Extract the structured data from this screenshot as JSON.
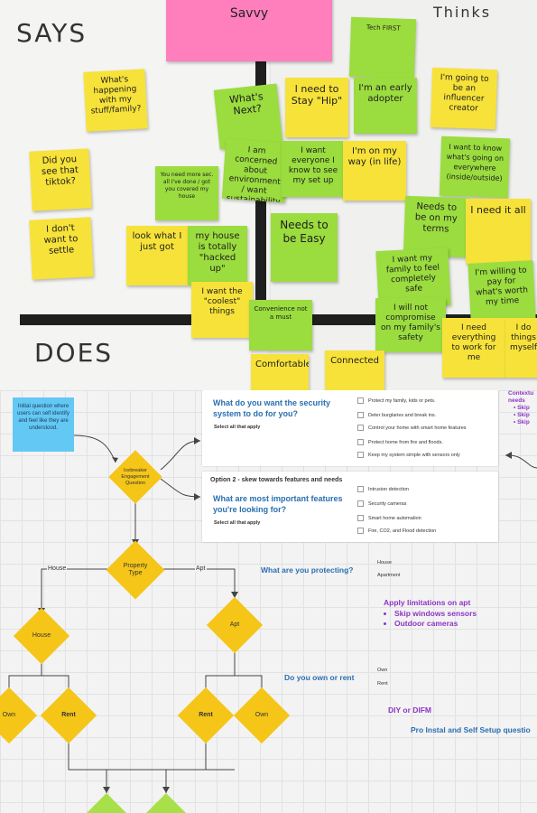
{
  "photo": {
    "quadrants": {
      "says": "SAYS",
      "thinks": "Thinks",
      "does": "DOES"
    },
    "persona_note": "Savvy",
    "stickies": [
      {
        "id": "tech-first",
        "text": "Tech FIRST"
      },
      {
        "id": "happening",
        "text": "What's happening with my stuff/family?"
      },
      {
        "id": "whats-next",
        "text": "What's Next?"
      },
      {
        "id": "stay-hip",
        "text": "I need to Stay \"Hip\""
      },
      {
        "id": "early-adopter",
        "text": "I'm an early adopter"
      },
      {
        "id": "influencer",
        "text": "I'm going to be an influencer creator"
      },
      {
        "id": "tiktok",
        "text": "Did you see that tiktok?"
      },
      {
        "id": "environment",
        "text": "You need more sec. all I've done / got you covered my house"
      },
      {
        "id": "concerned",
        "text": "I am concerned about environment / want sustainability"
      },
      {
        "id": "everyone-see",
        "text": "I want everyone I know to see my set up"
      },
      {
        "id": "on-my-way",
        "text": "I'm on my way (in life)"
      },
      {
        "id": "know-going-on",
        "text": "I want to know what's going on everywhere (inside/outside)"
      },
      {
        "id": "dont-settle",
        "text": "I don't want to settle"
      },
      {
        "id": "look-what",
        "text": "look what I just got"
      },
      {
        "id": "hacked-up",
        "text": "my house is totally \"hacked up\""
      },
      {
        "id": "needs-easy",
        "text": "Needs to be Easy"
      },
      {
        "id": "my-terms",
        "text": "Needs to be on my terms"
      },
      {
        "id": "need-it-all",
        "text": "I need it all"
      },
      {
        "id": "coolest",
        "text": "I want the \"coolest\" things"
      },
      {
        "id": "family-safe",
        "text": "I want my family to feel completely safe"
      },
      {
        "id": "compromise",
        "text": "I will not compromise on my family's safety"
      },
      {
        "id": "willing-pay",
        "text": "I'm willing to pay for what's worth my time"
      },
      {
        "id": "convenience",
        "text": "Convenience not a must"
      },
      {
        "id": "everything-work",
        "text": "I need everything to work for me"
      },
      {
        "id": "do-things",
        "text": "I do things myself"
      },
      {
        "id": "comfortable",
        "text": "Comfortable"
      },
      {
        "id": "connected",
        "text": "Connected"
      }
    ]
  },
  "board": {
    "intro_note": "Initial question where users can self identify and feel like they are understood.",
    "icebreaker": "Icebreaker Engagement Question",
    "card1": {
      "question": "What do you want the security system to do for you?",
      "sub": "Select all that apply",
      "options": [
        "Protect my family, kids or pets.",
        "Deter burglaries and break ins.",
        "Control your home with smart home features",
        "Protect home from fire and floods.",
        "Keep my system simple with sensors only"
      ]
    },
    "card2": {
      "option_label": "Option 2 - skew towards features and needs",
      "question": "What are most important features you're looking for?",
      "sub": "Select all that apply",
      "options": [
        "Intrusion detection",
        "Security cameras",
        "Smart home automation",
        "Fire, CO2, and Flood detection"
      ]
    },
    "contextual": {
      "title_line1": "Contextu",
      "title_line2": "needs",
      "items": [
        "Skip",
        "Skip",
        "Skip"
      ]
    },
    "property_type": "Property Type",
    "edge_house": "House",
    "edge_apt": "Apt",
    "house": "House",
    "apt": "Apt",
    "own1": "Own",
    "rent1": "Rent",
    "rent2": "Rent",
    "own2": "Own",
    "protect_q": "What are you protecting?",
    "protect_answers": [
      "House",
      "Apartment"
    ],
    "apt_limits": {
      "title": "Apply limitations on apt",
      "items": [
        "Skip windows sensors",
        "Outdoor cameras"
      ]
    },
    "own_rent_q": "Do you own or rent",
    "own_rent_answers": [
      "Own",
      "Rent"
    ],
    "diy": "DIY or DIFM",
    "pro_install": "Pro Instal and Self Setup questio"
  }
}
